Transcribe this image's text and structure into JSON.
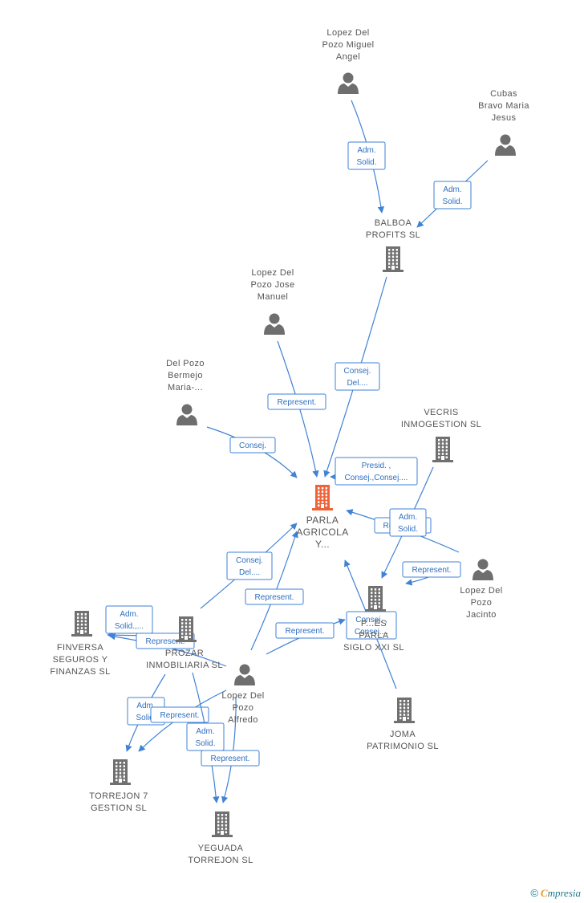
{
  "nodes": [
    {
      "id": "n_miguel",
      "type": "person",
      "label": [
        "Lopez Del",
        "Pozo Miguel",
        "Angel"
      ]
    },
    {
      "id": "n_cubas",
      "type": "person",
      "label": [
        "Cubas",
        "Bravo Maria",
        "Jesus"
      ]
    },
    {
      "id": "n_balboa",
      "type": "company",
      "label": [
        "BALBOA",
        "PROFITS SL"
      ]
    },
    {
      "id": "n_josemanuel",
      "type": "person",
      "label": [
        "Lopez Del",
        "Pozo Jose",
        "Manuel"
      ]
    },
    {
      "id": "n_bermejo",
      "type": "person",
      "label": [
        "Del Pozo",
        "Bermejo",
        "Maria-..."
      ]
    },
    {
      "id": "n_vecris",
      "type": "company",
      "label": [
        "VECRIS",
        "INMOGESTION SL"
      ]
    },
    {
      "id": "n_parla",
      "type": "company_main",
      "label": [
        "PARLA",
        "AGRICOLA",
        "Y..."
      ]
    },
    {
      "id": "n_jacinto",
      "type": "person",
      "label": [
        "Lopez Del",
        "Pozo",
        "Jacinto"
      ]
    },
    {
      "id": "n_finversa",
      "type": "company",
      "label": [
        "FINVERSA",
        "SEGUROS Y",
        "FINANZAS SL"
      ]
    },
    {
      "id": "n_prozar",
      "type": "company",
      "label": [
        "PROZAR",
        "INMOBILIARIA SL"
      ]
    },
    {
      "id": "n_alfredo",
      "type": "person",
      "label": [
        "Lopez Del",
        "Pozo",
        "Alfredo"
      ]
    },
    {
      "id": "n_siglo",
      "type": "company",
      "label": [
        "P...ES",
        "PARLA",
        "SIGLO XXI SL"
      ]
    },
    {
      "id": "n_joma",
      "type": "company",
      "label": [
        "JOMA",
        "PATRIMONIO SL"
      ]
    },
    {
      "id": "n_torrejon7",
      "type": "company",
      "label": [
        "TORREJON 7",
        "GESTION SL"
      ]
    },
    {
      "id": "n_yeguada",
      "type": "company",
      "label": [
        "YEGUADA",
        "TORREJON SL"
      ]
    }
  ],
  "edges": [
    {
      "id": "e1",
      "from": "n_miguel",
      "to": "n_balboa",
      "label": [
        "Adm.",
        "Solid."
      ]
    },
    {
      "id": "e2",
      "from": "n_cubas",
      "to": "n_balboa",
      "label": [
        "Adm.",
        "Solid."
      ]
    },
    {
      "id": "e3",
      "from": "n_balboa",
      "to": "n_parla",
      "label": [
        "Consej.",
        "Del...."
      ]
    },
    {
      "id": "e4",
      "from": "n_josemanuel",
      "to": "n_parla",
      "label": [
        "Represent."
      ]
    },
    {
      "id": "e5",
      "from": "n_bermejo",
      "to": "n_parla",
      "label": [
        "Consej."
      ]
    },
    {
      "id": "e6",
      "from": "n_vecris",
      "to": "n_parla",
      "label": [
        "Presid. ,",
        "Consej.,Consej...."
      ]
    },
    {
      "id": "e7",
      "from": "n_jacinto",
      "to": "n_parla",
      "label": [
        "Represent."
      ]
    },
    {
      "id": "e8",
      "from": "n_vecris",
      "to": "n_siglo",
      "label": [
        "Adm.",
        "Solid."
      ]
    },
    {
      "id": "e9",
      "from": "n_jacinto",
      "to": "n_siglo",
      "label": [
        "Represent."
      ]
    },
    {
      "id": "e10",
      "from": "n_prozar",
      "to": "n_parla",
      "label": [
        "Consej.",
        "Del...."
      ]
    },
    {
      "id": "e11",
      "from": "n_alfredo",
      "to": "n_parla",
      "label": [
        "Represent."
      ]
    },
    {
      "id": "e12",
      "from": "n_alfredo",
      "to": "n_siglo",
      "label": [
        "Represent."
      ]
    },
    {
      "id": "e13",
      "from": "n_joma",
      "to": "n_parla",
      "label": [
        "Consej. ,",
        "Consej...."
      ]
    },
    {
      "id": "e14",
      "from": "n_prozar",
      "to": "n_finversa",
      "label": [
        "Adm.",
        "Solid.,..."
      ]
    },
    {
      "id": "e15",
      "from": "n_alfredo",
      "to": "n_finversa",
      "label": [
        "Represent."
      ]
    },
    {
      "id": "e16",
      "from": "n_prozar",
      "to": "n_torrejon7",
      "label": [
        "Adm.",
        "Solid."
      ]
    },
    {
      "id": "e17",
      "from": "n_alfredo",
      "to": "n_torrejon7",
      "label": [
        "Represent."
      ]
    },
    {
      "id": "e18",
      "from": "n_prozar",
      "to": "n_yeguada",
      "label": [
        "Adm.",
        "Solid."
      ]
    },
    {
      "id": "e19",
      "from": "n_alfredo",
      "to": "n_yeguada",
      "label": [
        "Represent."
      ]
    }
  ],
  "footer": {
    "copyright": "©",
    "brand_first": "C",
    "brand_rest": "mpresia"
  },
  "colors": {
    "edge": "#3f82d6",
    "main_node": "#f0633a",
    "icon": "#707070",
    "label": "#555555"
  }
}
